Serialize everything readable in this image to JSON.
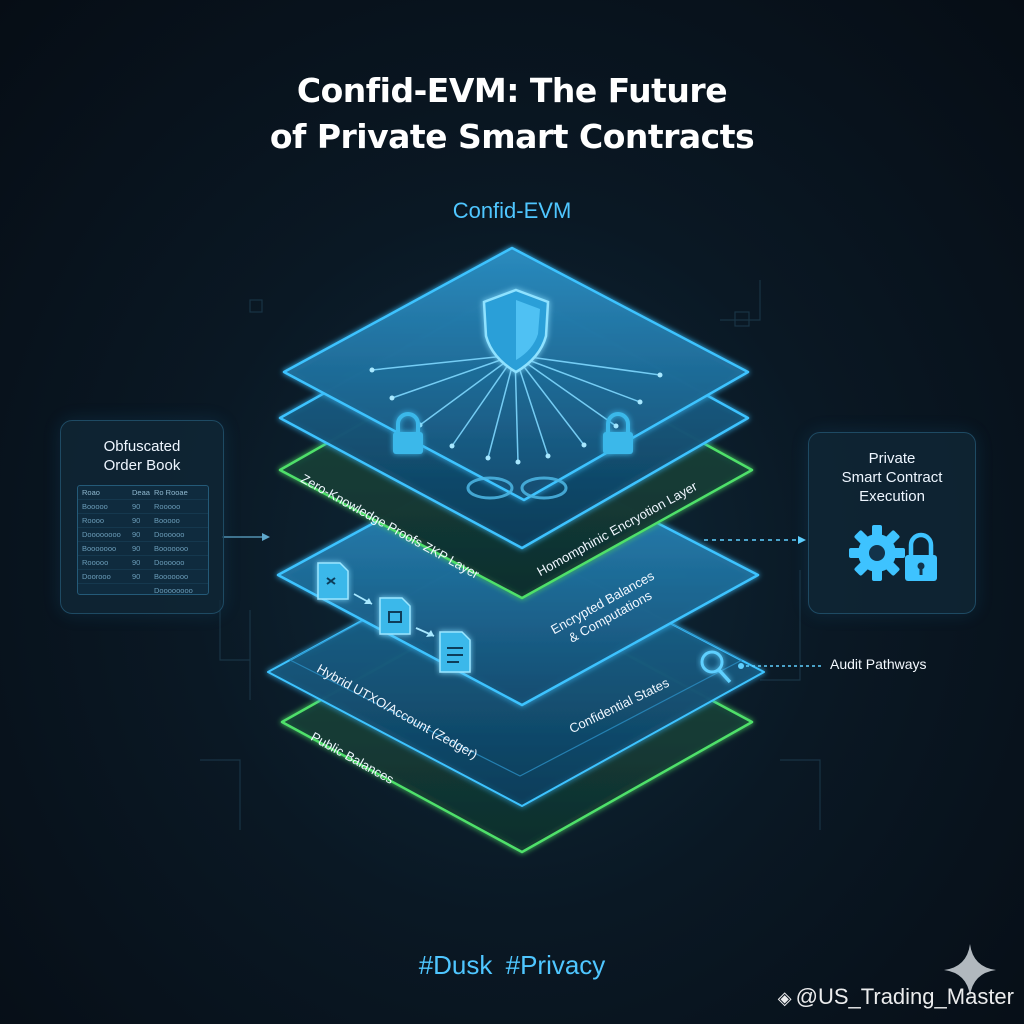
{
  "title": {
    "line1": "Confid-EVM: The Future",
    "line2": "of Private Smart Contracts"
  },
  "subtitle": "Confid-EVM",
  "left_panel": {
    "title_line1": "Obfuscated",
    "title_line2": "Order Book",
    "table": {
      "header": [
        "Roao",
        "Deaa",
        "Ro Rooae"
      ],
      "rows": [
        [
          "Booooo",
          "90",
          "Rooooo"
        ],
        [
          "Roooo",
          "90",
          "Booooo"
        ],
        [
          "Doooooooo",
          "90",
          "Doooooo"
        ],
        [
          "Booooooo",
          "90",
          "Booooooo"
        ],
        [
          "Rooooo",
          "90",
          "Doooooo"
        ],
        [
          "Doorooo",
          "90",
          "Booooooo"
        ],
        [
          "",
          "",
          "Doooooooo"
        ]
      ]
    }
  },
  "right_panel": {
    "title_line1": "Private",
    "title_line2": "Smart Contract",
    "title_line3": "Execution",
    "icons": [
      "gear-icon",
      "padlock-icon"
    ]
  },
  "layers": {
    "zkp": "Zero-Knowledge Proofs ZKP Layer",
    "homomorphic": "Homomphinic Encryotion Layer",
    "encrypted_line1": "Encrypted Balances",
    "encrypted_line2": "& Computations",
    "hybrid": "Hybrid UTXO/Account (Zedger)",
    "confidential": "Confidential States",
    "public": "Public Balances"
  },
  "audit_label": "Audit Pathways",
  "hashtags": "#Dusk  #Privacy",
  "watermark": "@US_Trading_Master",
  "colors": {
    "accent_blue": "#3ec3ff",
    "accent_green": "#4fe06a",
    "background": "#0a1824",
    "hashtag": "#4fc6ff"
  }
}
